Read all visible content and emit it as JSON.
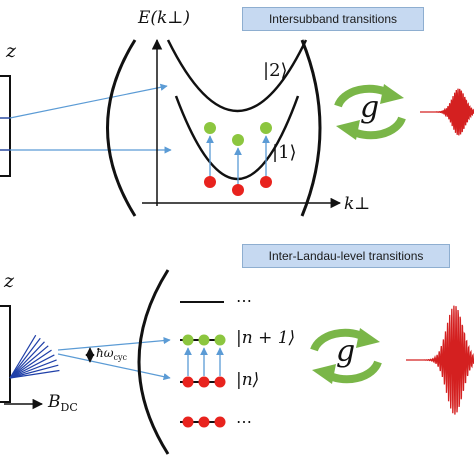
{
  "top_panel": {
    "title": "Intersubband transitions",
    "z_label": "z",
    "energy_axis_label": "E(k⊥)",
    "k_axis_label": "k⊥",
    "level_2": "|2⟩",
    "level_1": "|1⟩",
    "coupling_label": "g"
  },
  "bottom_panel": {
    "title": "Inter-Landau-level transitions",
    "z_label": "z",
    "b_field_label": "B",
    "b_field_subscript": "DC",
    "cyclotron_label": "ħω",
    "cyclotron_subscript": "cyc",
    "level_top_dots": "⋯",
    "level_n_plus_1": "|n + 1⟩",
    "level_n": "|n⟩",
    "level_bottom_dots": "⋯",
    "coupling_label": "g"
  },
  "colors": {
    "ground_dot": "#e8231e",
    "excited_dot": "#8cc63f",
    "transition_arrow": "#5b9bd5",
    "emission_wave": "#d42020",
    "cycle_arrow": "#7ab648",
    "title_box": "#c6d9f1"
  }
}
